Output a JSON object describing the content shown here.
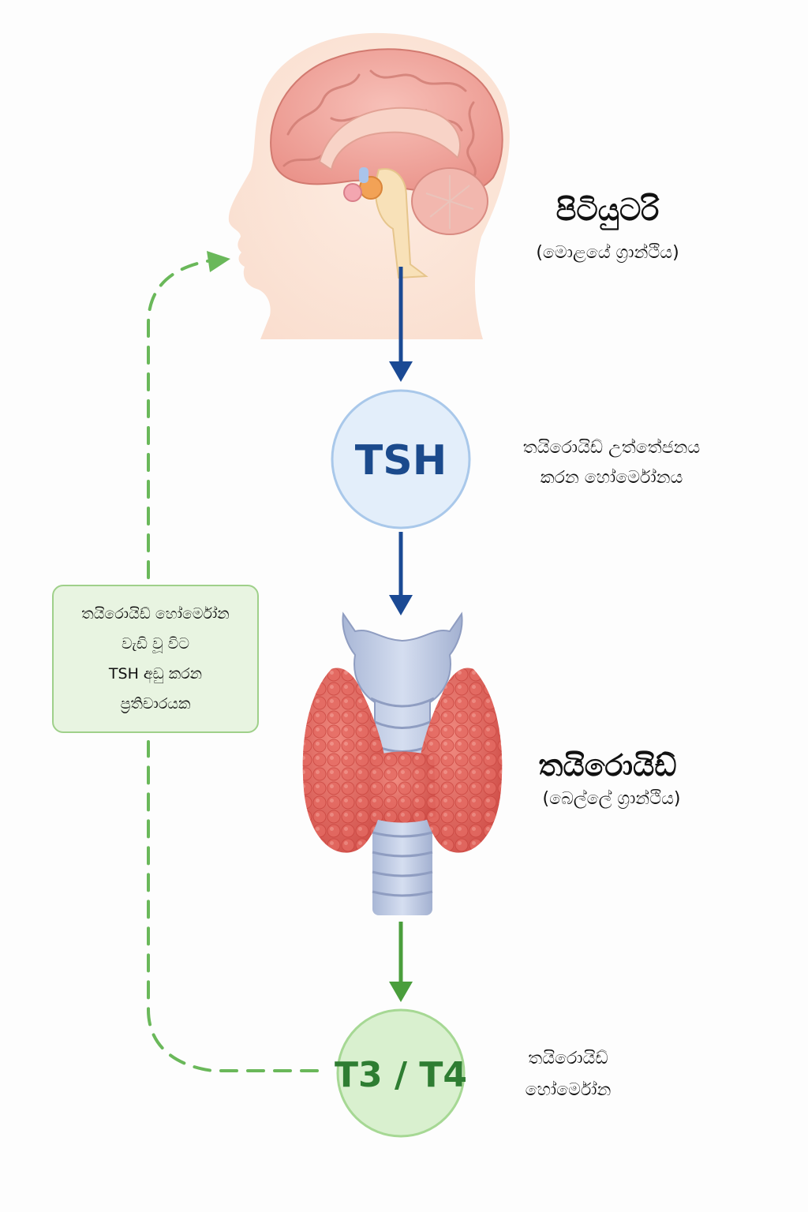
{
  "pituitary": {
    "title": "පිටියුටරි",
    "subtitle": "(මොළයේ ග්‍රාන්ථිය)"
  },
  "tsh": {
    "label": "TSH",
    "description_line1": "තයිරොයිඩ් උත්තේජනය",
    "description_line2": "කරන හෝර්මෝනය"
  },
  "thyroid": {
    "title": "තයිරොයිඩ්",
    "subtitle": "(බෙල්ලේ ග්‍රාන්ථිය)"
  },
  "t3t4": {
    "label": "T3 / T4",
    "description_line1": "තයිරොයිඩ්",
    "description_line2": "හෝර්මෝන"
  },
  "feedback": {
    "line1": "තයිරොයිඩ් හෝර්මෝන",
    "line2": "වැඩි වූ විට",
    "line3": "TSH අඩු කරන",
    "line4": "ප්‍රතිචාරයක"
  },
  "colors": {
    "arrow_blue": "#1b4a94",
    "arrow_green": "#4a9e3c",
    "feedback_dashed": "#6ab85a",
    "tsh_fill": "#e3eefa",
    "tsh_stroke": "#a9c8ea",
    "tsh_text": "#1b4a8c",
    "t3t4_fill": "#d9f0cf",
    "t3t4_stroke": "#a6d894",
    "t3t4_text": "#2e7d32",
    "thyroid_red": "#e06058",
    "brain_pink": "#f2a8a0",
    "cartilage_blue": "#b9c6e0"
  },
  "icons": [
    "head-brain-illustration",
    "thyroid-illustration"
  ]
}
